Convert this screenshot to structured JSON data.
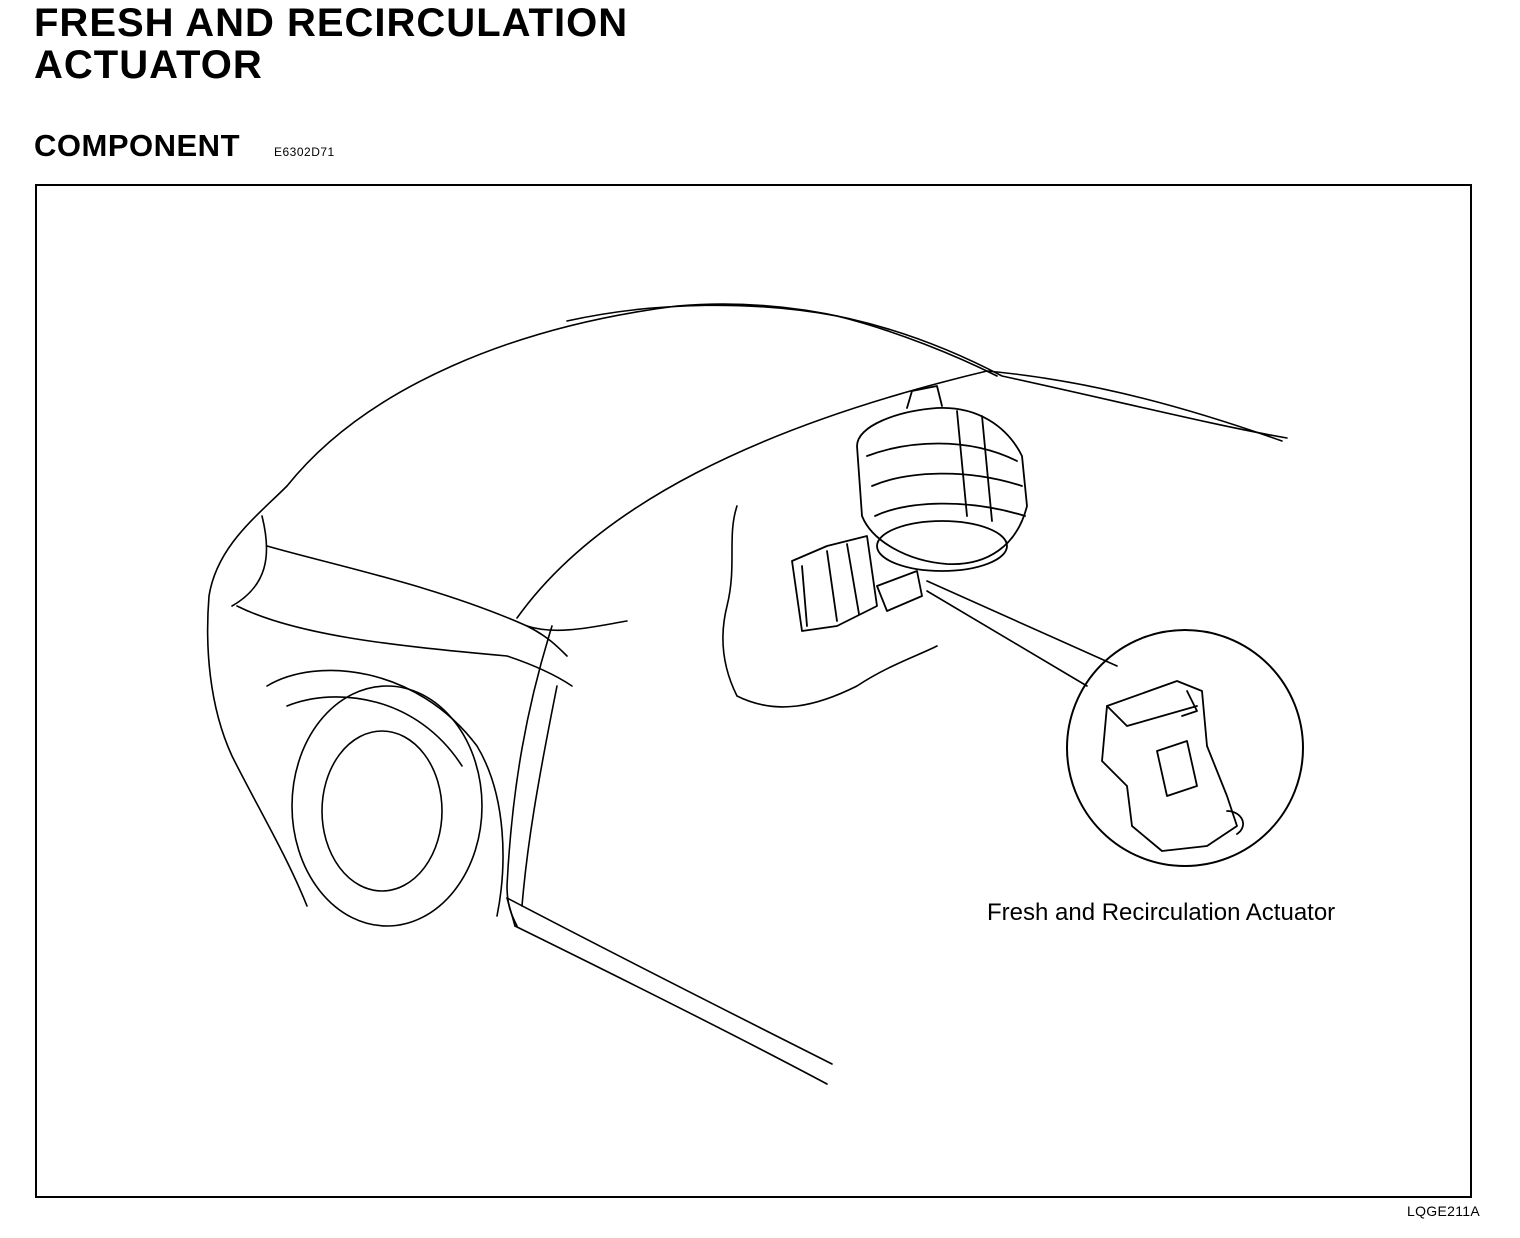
{
  "header": {
    "title_line1": "FRESH AND RECIRCULATION",
    "title_line2": "ACTUATOR"
  },
  "section": {
    "title": "COMPONENT",
    "code": "E6302D71"
  },
  "figure": {
    "callout_label": "Fresh and Recirculation Actuator",
    "figure_code": "LQGE211A"
  }
}
